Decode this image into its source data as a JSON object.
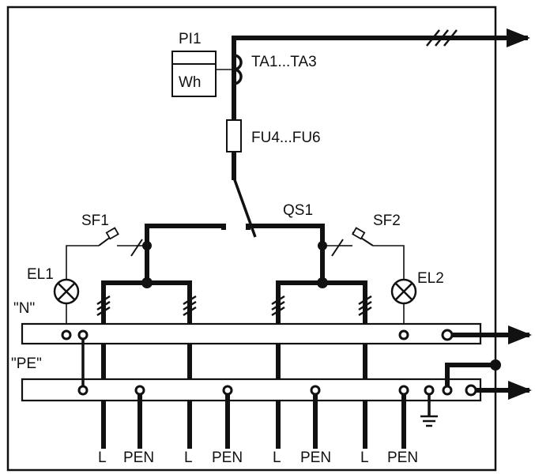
{
  "labels": {
    "meter_name": "PI1",
    "meter_unit": "Wh",
    "current_transformers": "TA1...TA3",
    "fuses": "FU4...FU6",
    "switch": "QS1",
    "breaker_left": "SF1",
    "breaker_right": "SF2",
    "lamp_left": "EL1",
    "lamp_right": "EL2",
    "neutral_bus": "\"N\"",
    "pe_bus": "\"PE\""
  },
  "outputs": [
    {
      "line": "L",
      "pen": "PEN"
    },
    {
      "line": "L",
      "pen": "PEN"
    },
    {
      "line": "L",
      "pen": "PEN"
    },
    {
      "line": "L",
      "pen": "PEN"
    }
  ]
}
